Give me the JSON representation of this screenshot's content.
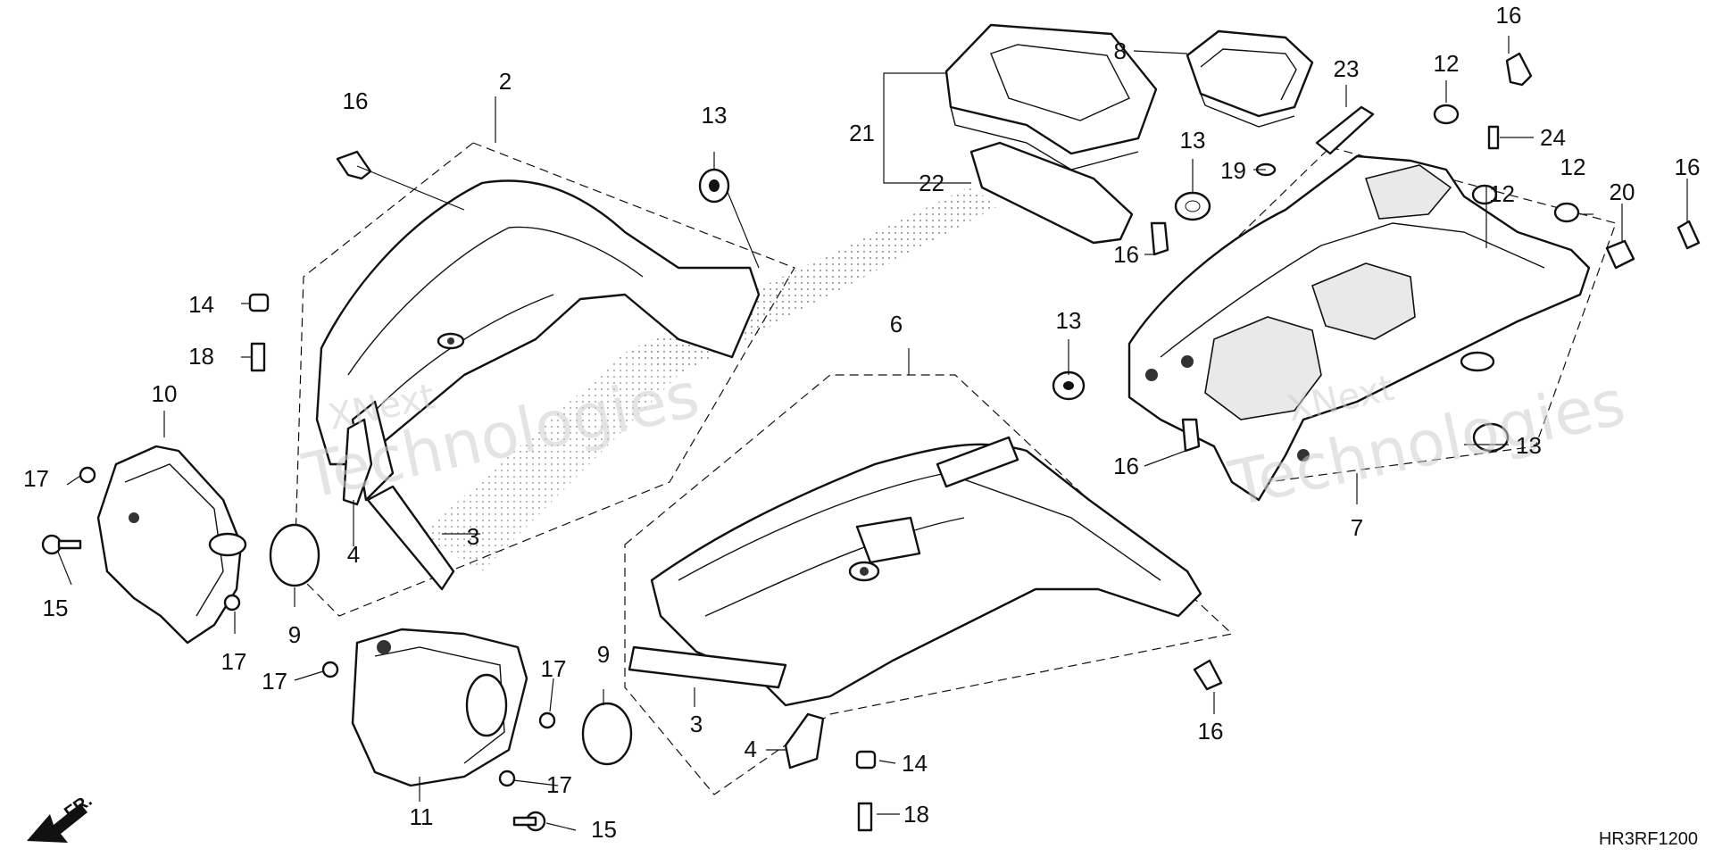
{
  "diagram": {
    "code": "HR3RF1200",
    "direction_label": "FR.",
    "watermarks": [
      {
        "line1": "XNext",
        "line2": "Technologies"
      },
      {
        "line1": "XNext",
        "line2": "Technologies"
      }
    ],
    "callouts": {
      "c2": "2",
      "c3a": "3",
      "c3b": "3",
      "c4a": "4",
      "c4b": "4",
      "c6": "6",
      "c7": "7",
      "c8": "8",
      "c9a": "9",
      "c9b": "9",
      "c10": "10",
      "c11": "11",
      "c12a": "12",
      "c12b": "12",
      "c12c": "12",
      "c13a": "13",
      "c13b": "13",
      "c13c": "13",
      "c13d": "13",
      "c14a": "14",
      "c14b": "14",
      "c15a": "15",
      "c15b": "15",
      "c16a": "16",
      "c16b": "16",
      "c16c": "16",
      "c16d": "16",
      "c16e": "16",
      "c16f": "16",
      "c17a": "17",
      "c17b": "17",
      "c17c": "17",
      "c17d": "17",
      "c17e": "17",
      "c18a": "18",
      "c18b": "18",
      "c19": "19",
      "c20": "20",
      "c21": "21",
      "c22": "22",
      "c23": "23",
      "c24": "24"
    }
  }
}
